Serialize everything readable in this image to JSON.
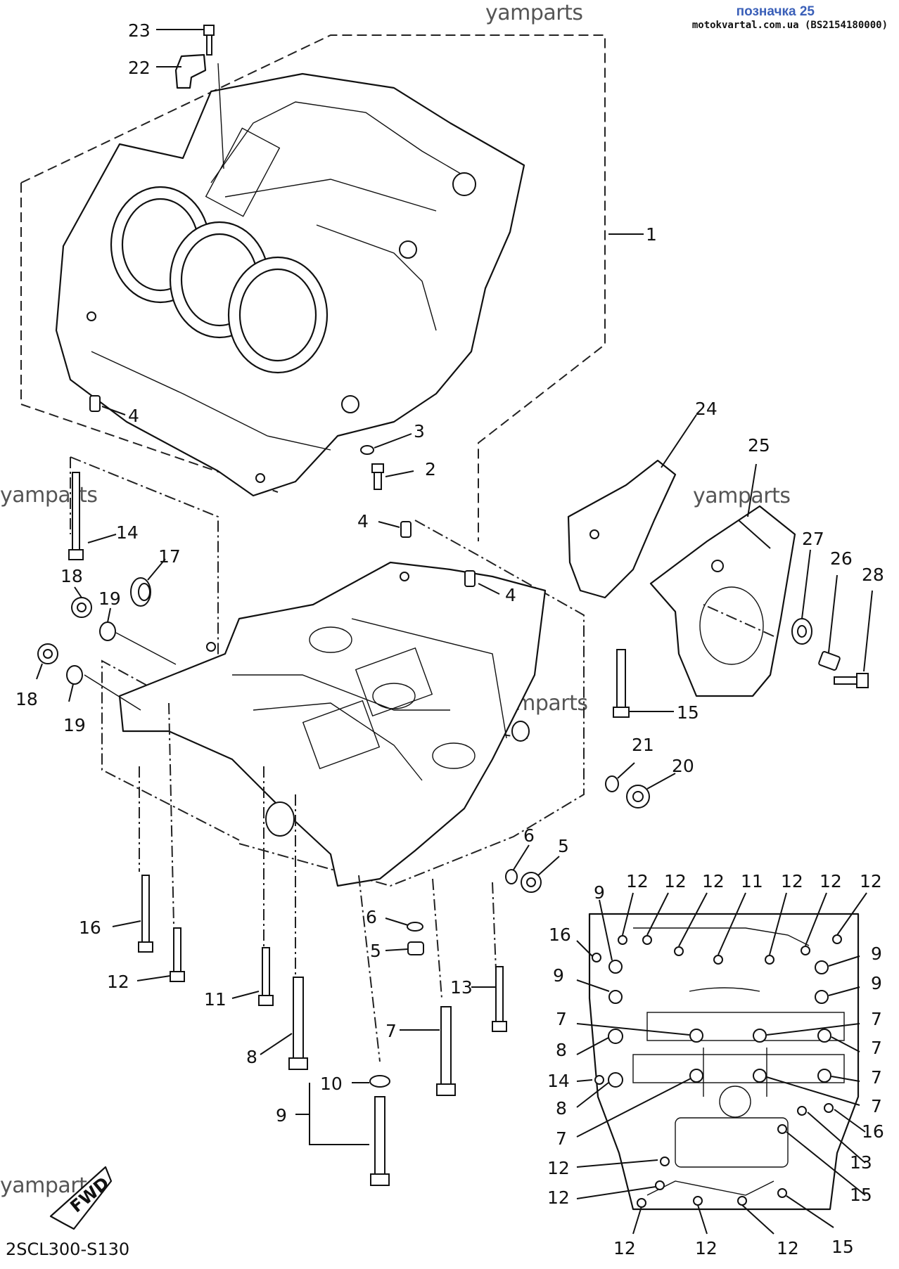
{
  "header": {
    "title": "позначка 25",
    "subtitle": "motokvartal.com.ua (BS2154180000)"
  },
  "watermark": "yamparts",
  "diagram_code": "2SCL300-S130",
  "fwd_label": "FWD",
  "callouts": {
    "c1": "1",
    "c2": "2",
    "c3": "3",
    "c4": "4",
    "c5": "5",
    "c6": "6",
    "c7": "7",
    "c8": "8",
    "c9": "9",
    "c10": "10",
    "c11": "11",
    "c12": "12",
    "c13": "13",
    "c14": "14",
    "c15": "15",
    "c16": "16",
    "c17": "17",
    "c18": "18",
    "c19": "19",
    "c20": "20",
    "c21": "21",
    "c22": "22",
    "c23": "23",
    "c24": "24",
    "c25": "25",
    "c26": "26",
    "c27": "27",
    "c28": "28"
  }
}
